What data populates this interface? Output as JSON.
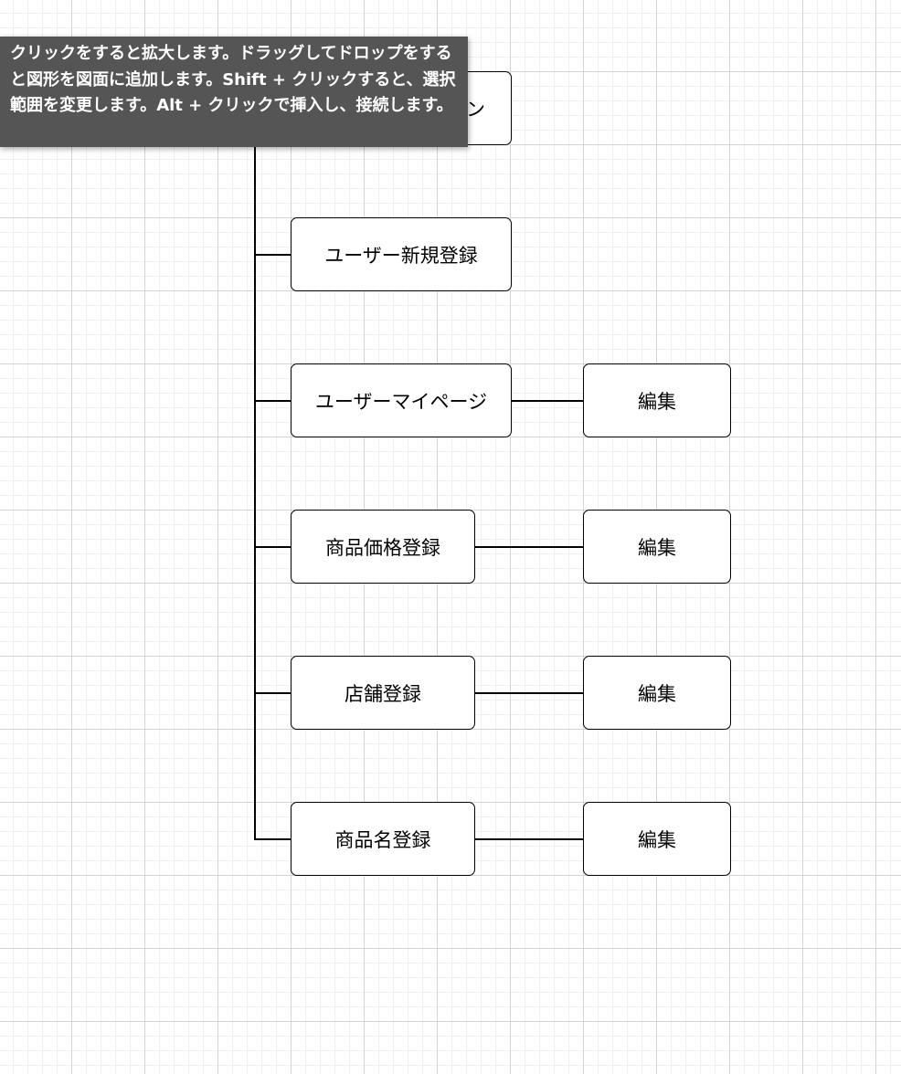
{
  "tooltip": {
    "text": "クリックをすると拡大します。ドラッグしてドロップをすると図形を図面に追加します。Shift + クリックすると、選択範囲を変更します。Alt + クリックで挿入し、接続します。"
  },
  "diagram": {
    "root_partial_label": "ン",
    "nodes": [
      {
        "label": "ユーザー新規登録"
      },
      {
        "label": "ユーザーマイページ",
        "child": "編集"
      },
      {
        "label": "商品価格登録",
        "child": "編集"
      },
      {
        "label": "店舗登録",
        "child": "編集"
      },
      {
        "label": "商品名登録",
        "child": "編集"
      }
    ]
  },
  "colors": {
    "tooltip_bg": "#555555",
    "stroke": "#000000",
    "grid_major": "#d4d4d4",
    "grid_minor": "#efefef"
  }
}
